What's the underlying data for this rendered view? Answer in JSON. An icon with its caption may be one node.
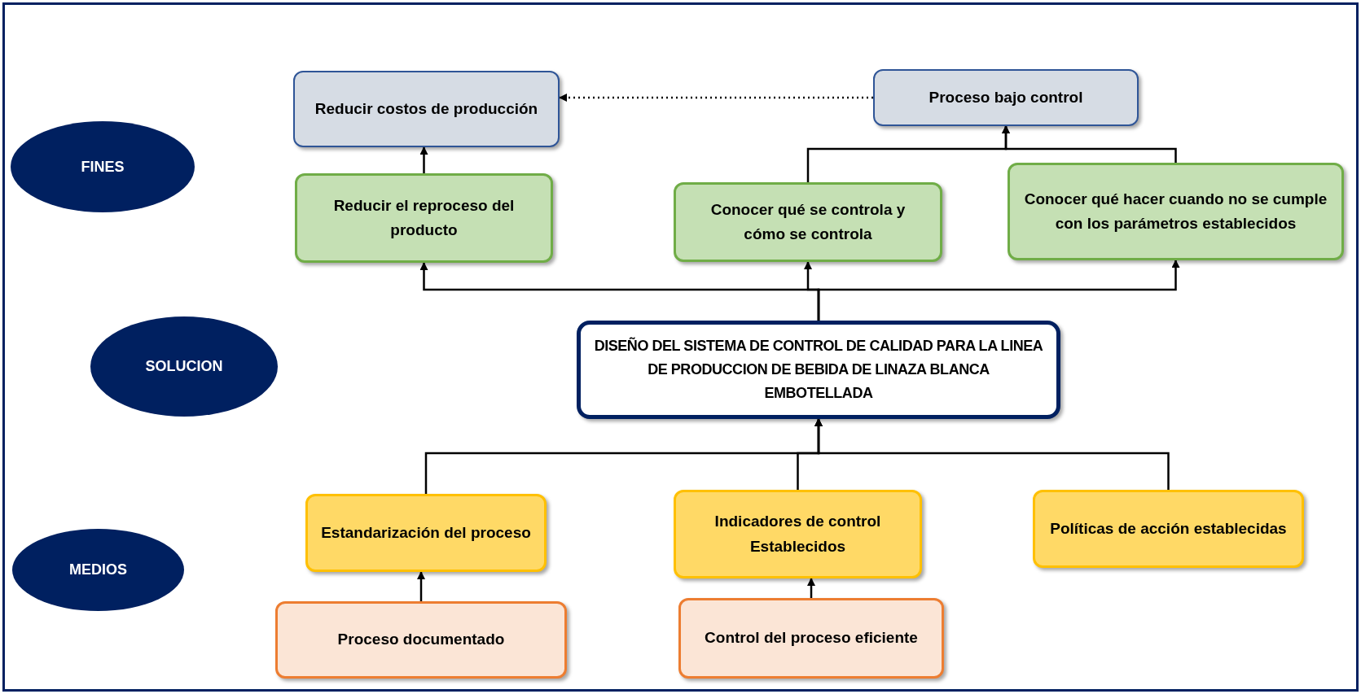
{
  "diagram": {
    "nodes": [
      {
        "text": [
          "FINES"
        ]
      },
      {
        "text": [
          "SOLUCION"
        ]
      },
      {
        "text": [
          "MEDIOS"
        ]
      },
      {
        "text": [
          "Reducir costos de producción"
        ]
      },
      {
        "text": [
          "Proceso bajo control"
        ]
      },
      {
        "text": [
          "Reducir el reproceso del producto"
        ]
      },
      {
        "text": [
          "Conocer  qué  se controla y cómo se controla"
        ]
      },
      {
        "text": [
          "Conocer qué hacer cuando no se cumple con los parámetros establecidos"
        ]
      },
      {
        "text": [
          "DISEÑO DEL SISTEMA DE CONTROL DE CALIDAD PARA LA LINEA DE PRODUCCION DE BEBIDA DE LINAZA BLANCA EMBOTELLADA"
        ]
      },
      {
        "text": [
          "Estandarización del proceso"
        ]
      },
      {
        "text": [
          "Indicadores de control Establecidos"
        ]
      },
      {
        "text": [
          "Políticas de acción establecidas"
        ]
      },
      {
        "text": [
          "Proceso documentado"
        ]
      },
      {
        "text": [
          "Control del proceso eficiente"
        ]
      }
    ],
    "edges": [
      {
        "from": 4,
        "to": 3,
        "arrow": "to",
        "style": "dashed"
      },
      {
        "from": 5,
        "to": 3,
        "arrow": "to"
      },
      {
        "from": 6,
        "to": 4,
        "arrow": "to"
      },
      {
        "from": 7,
        "to": 4,
        "arrow": "to"
      },
      {
        "from": 8,
        "to": 5,
        "arrow": "to"
      },
      {
        "from": 8,
        "to": 6,
        "arrow": "to"
      },
      {
        "from": 8,
        "to": 7,
        "arrow": "to"
      },
      {
        "from": 9,
        "to": 8,
        "arrow": "to"
      },
      {
        "from": 10,
        "to": 8,
        "arrow": "to"
      },
      {
        "from": 11,
        "to": 8,
        "arrow": "to"
      },
      {
        "from": 12,
        "to": 9,
        "arrow": "to"
      },
      {
        "from": 13,
        "to": 10,
        "arrow": "to"
      }
    ]
  }
}
